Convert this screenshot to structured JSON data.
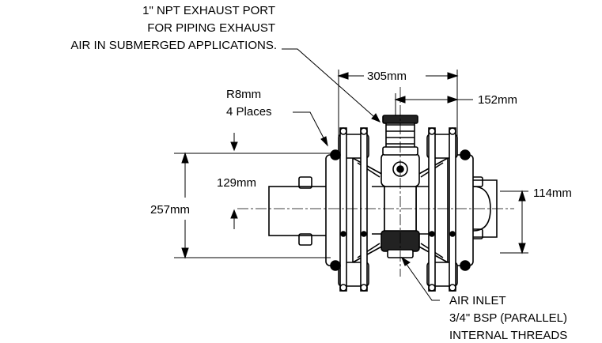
{
  "exhaust_note": {
    "line1": "1\" NPT EXHAUST PORT",
    "line2": "FOR PIPING EXHAUST",
    "line3": "AIR IN SUBMERGED APPLICATIONS."
  },
  "radius_note": {
    "line1": "R8mm",
    "line2": "4 Places"
  },
  "dims": {
    "overall_width": "305mm",
    "half_width": "152mm",
    "overall_height": "257mm",
    "upper_height": "129mm",
    "port_height": "114mm"
  },
  "air_inlet_note": {
    "line1": "AIR INLET",
    "line2": "3/4\" BSP (PARALLEL)",
    "line3": "INTERNAL THREADS"
  }
}
